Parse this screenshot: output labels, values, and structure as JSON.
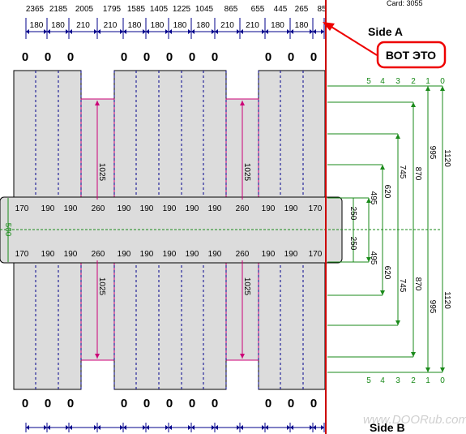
{
  "header": {
    "card_label": "Card: 3055"
  },
  "top_positions": [
    "2365",
    "2185",
    "2005",
    "1795",
    "1585",
    "1405",
    "1225",
    "1045",
    "865",
    "655",
    "445",
    "265",
    "85"
  ],
  "top_widths": [
    "180",
    "180",
    "210",
    "210",
    "180",
    "180",
    "180",
    "180",
    "210",
    "210",
    "180",
    "180"
  ],
  "zero_marks": [
    "0",
    "0",
    "0",
    "0",
    "0",
    "0",
    "0",
    "0",
    "0",
    "0",
    "0"
  ],
  "side_labels": {
    "side_a": "Side A",
    "side_b": "Side B"
  },
  "callout": {
    "text": "ВОТ ЭТО"
  },
  "vertical_labels": {
    "upper_cut": "1025",
    "lower_cut": "1025",
    "band_height": "500",
    "half_upper": "250",
    "half_lower": "250"
  },
  "row_values": [
    "170",
    "190",
    "190",
    "260",
    "190",
    "190",
    "190",
    "190",
    "190",
    "260",
    "190",
    "190",
    "170"
  ],
  "right_index": [
    "5",
    "4",
    "3",
    "2",
    "1",
    "0"
  ],
  "right_dims_upper": [
    "495",
    "620",
    "745",
    "870",
    "995",
    "1120"
  ],
  "right_dims_lower": [
    "495",
    "620",
    "745",
    "870",
    "995",
    "1120"
  ],
  "watermark": "www.DOORub.com"
}
